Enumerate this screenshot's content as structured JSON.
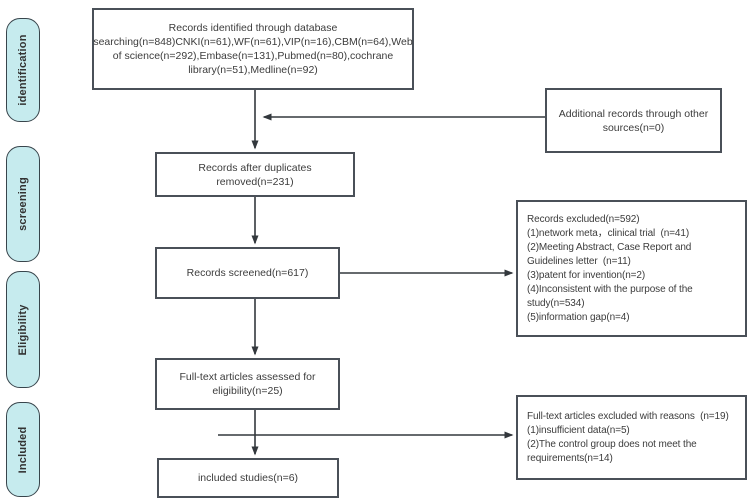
{
  "stages": [
    {
      "label": "identification"
    },
    {
      "label": "screening"
    },
    {
      "label": "Eligibility"
    },
    {
      "label": "Included"
    }
  ],
  "boxes": {
    "identified": "Records identified through database\nsearching(n=848)CNKI(n=61),WF(n=61),VIP(n=16),CBM(n=64),Web\nof science(n=292),Embase(n=131),Pubmed(n=80),cochrane\nlibrary(n=51),Medline(n=92)",
    "additional": "Additional records through other\nsources(n=0)",
    "duplicates_removed": "Records after duplicates\nremoved(n=231)",
    "screened": "Records screened(n=617)",
    "records_excluded": "Records excluded(n=592)\n(1)network meta，clinical trial  (n=41)\n(2)Meeting Abstract, Case Report and\nGuidelines letter  (n=11)\n(3)patent for invention(n=2)\n(4)Inconsistent with the purpose of the\nstudy(n=534)\n(5)information gap(n=4)",
    "fulltext_assessed": "Full-text articles assessed for\neligibility(n=25)",
    "fulltext_excluded": "Full-text articles excluded with reasons  (n=19)\n(1)insufficient data(n=5)\n(2)The control group does not meet the\nrequirements(n=14)",
    "included_studies": "included studies(n=6)"
  },
  "colors": {
    "stage_fill": "#c6ebee",
    "line": "#33383d",
    "box_border": "#4a5058",
    "text": "#3c3c3c"
  }
}
